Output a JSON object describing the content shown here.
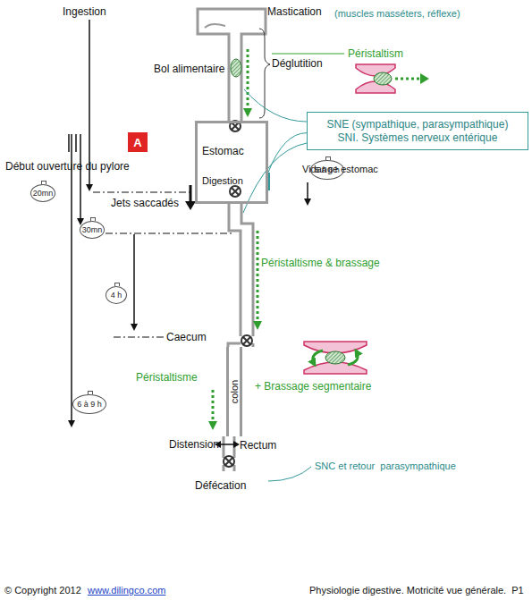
{
  "diagram": {
    "nodes": [
      {
        "text": [
          "SNE (sympathique, parasympathique)",
          "SNI. Systèmes nerveux entérique"
        ]
      },
      {
        "text": [
          "Estomac",
          "Digestion"
        ]
      },
      {
        "text": [
          "A"
        ]
      },
      {
        "text": [
          "5 à 6 h"
        ]
      },
      {
        "text": [
          "20mn"
        ]
      },
      {
        "text": [
          "30mn"
        ]
      },
      {
        "text": [
          "4 h"
        ]
      },
      {
        "text": [
          "colon"
        ]
      },
      {
        "text": [
          "6 à 9 h"
        ]
      }
    ],
    "edges": [
      {
        "from": 0,
        "to": 1,
        "arrow": "none"
      }
    ],
    "labels": [
      "Ingestion",
      "Mastication",
      "(muscles masséters, réflexe)",
      "Péristaltism",
      "Bol alimentaire",
      "Déglutition",
      "Début ouverture du pylore",
      "Jets saccadés",
      "Vidange estomac",
      "Péristaltisme & brassage",
      "Caecum",
      "Péristaltisme",
      "+ Brassage segmentaire",
      "Distension",
      "Rectum",
      "Défécation",
      "SNC et retour  parasympathique",
      "© Copyright 2012",
      "www.dilingco.com",
      "Physiologie digestive. Motricité vue générale.  P1"
    ]
  }
}
